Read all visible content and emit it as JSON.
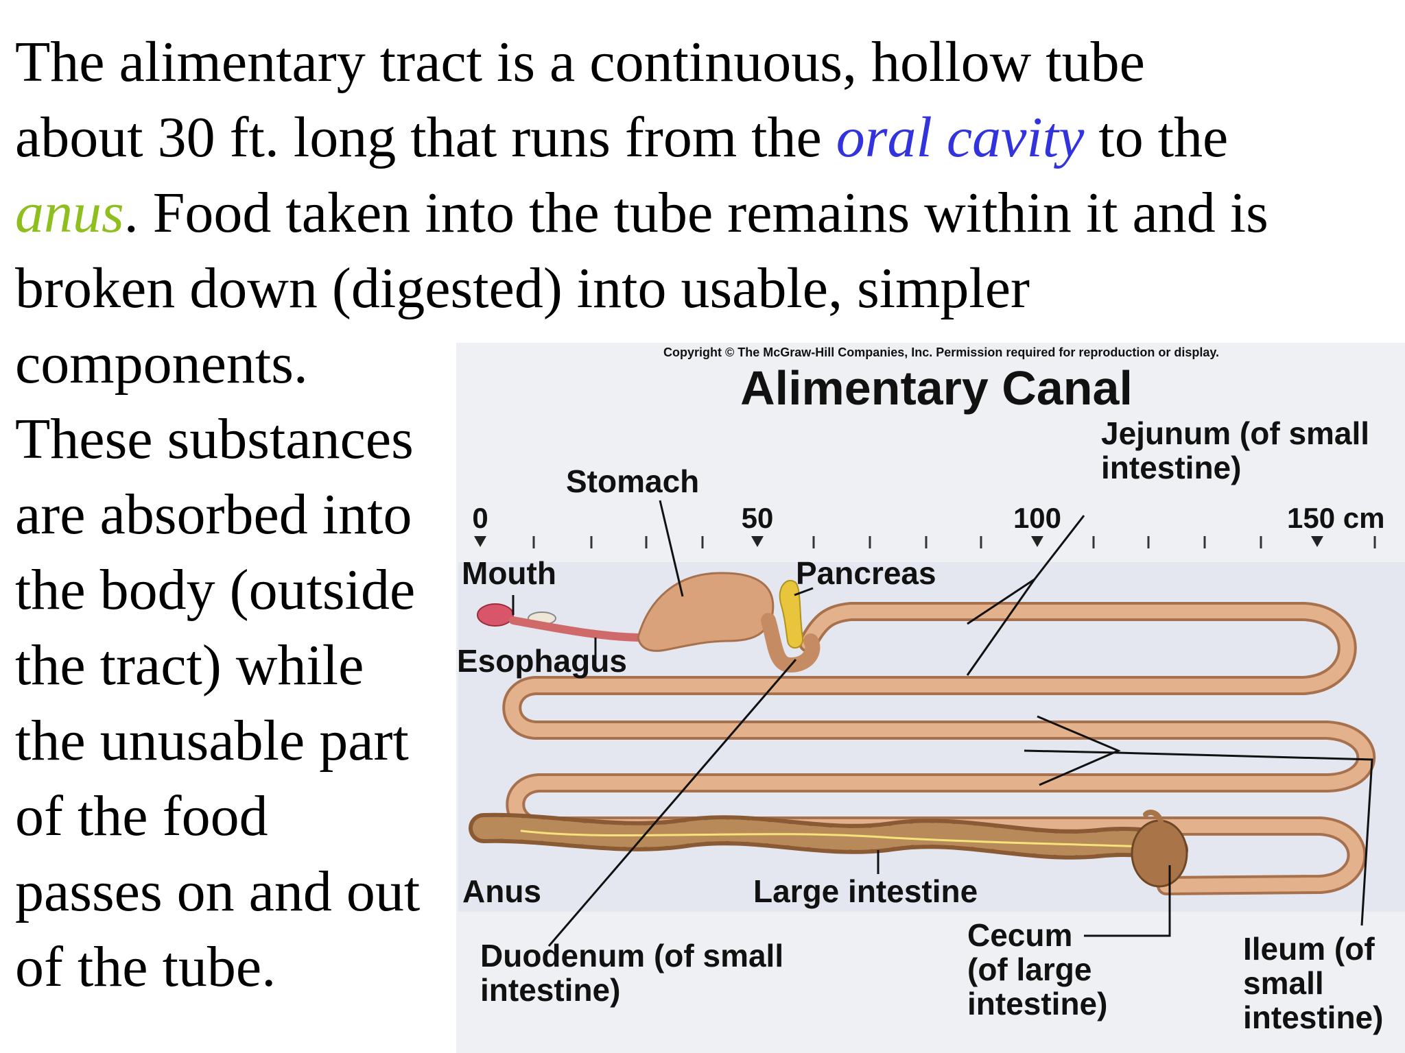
{
  "paragraph": {
    "line1": "The alimentary tract is a continuous, hollow tube",
    "line2_a": "about 30 ft. long that runs from the ",
    "line2_b": "oral cavity",
    "line2_c": " to the",
    "line3_a": "anus",
    "line3_b": ". Food taken into the tube remains within it and is",
    "line4": "broken down (digested) into usable, simpler",
    "line5": "components.",
    "col": [
      "These substances",
      "are absorbed into",
      "the body (outside",
      "the tract) while",
      "the unusable part",
      "of the food",
      "passes on and out",
      "of the tube."
    ]
  },
  "colors": {
    "highlight_blue": "#3333dd",
    "highlight_green": "#8fbf1f",
    "tract": "#d9a27a",
    "tract_outline": "#a8714e"
  },
  "figure": {
    "copyright": "Copyright © The McGraw-Hill Companies, Inc. Permission required for reproduction or display.",
    "title": "Alimentary Canal",
    "scale_labels": [
      "0",
      "50",
      "100",
      "150 cm"
    ],
    "labels": {
      "stomach": "Stomach",
      "mouth": "Mouth",
      "esophagus": "Esophagus",
      "pancreas": "Pancreas",
      "jejunum_1": "Jejunum (of small",
      "jejunum_2": "intestine)",
      "anus": "Anus",
      "large_intestine": "Large intestine",
      "duodenum_1": "Duodenum (of small",
      "duodenum_2": "intestine)",
      "cecum_1": "Cecum",
      "cecum_2": "(of large",
      "cecum_3": "intestine)",
      "ileum_1": "Ileum (of",
      "ileum_2": "small",
      "ileum_3": "intestine)"
    }
  }
}
